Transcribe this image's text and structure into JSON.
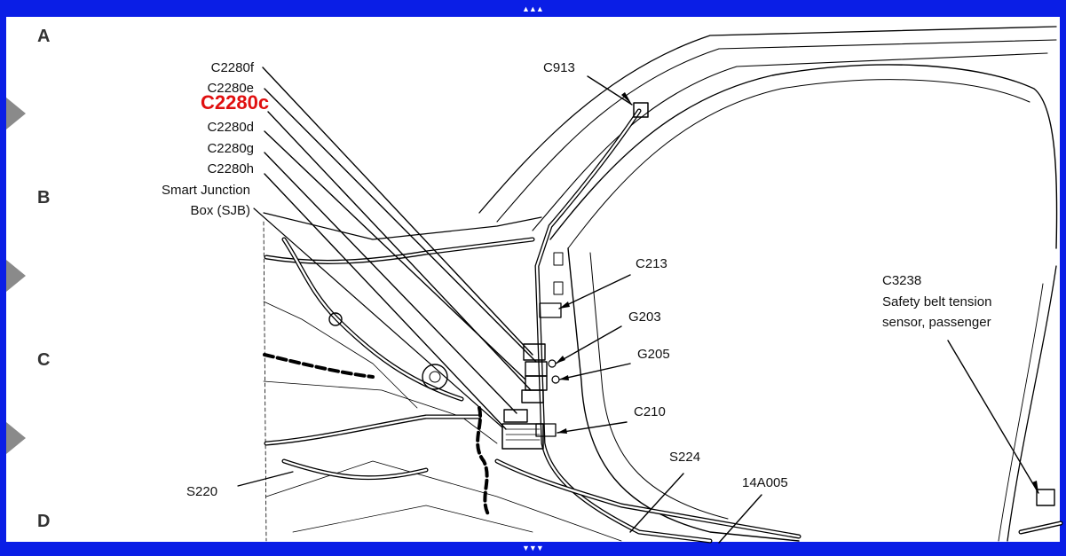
{
  "frame": {
    "color": "#0a1ee6",
    "top_arrows": "▲▲▲",
    "bottom_arrows": "▼▼▼"
  },
  "grid_rows": [
    "A",
    "B",
    "C",
    "D"
  ],
  "labels": {
    "c2280f": "C2280f",
    "c2280e": "C2280e",
    "c2280c": "C2280c",
    "c2280d": "C2280d",
    "c2280g": "C2280g",
    "c2280h": "C2280h",
    "sjb_line1": "Smart Junction",
    "sjb_line2": "Box (SJB)",
    "c913": "C913",
    "c213": "C213",
    "g203": "G203",
    "g205": "G205",
    "c210": "C210",
    "s224": "S224",
    "s220": "S220",
    "a14a005": "14A005",
    "c3238": "C3238",
    "c3238_desc1": "Safety belt tension",
    "c3238_desc2": "sensor, passenger"
  },
  "highlight_color": "#e01010"
}
